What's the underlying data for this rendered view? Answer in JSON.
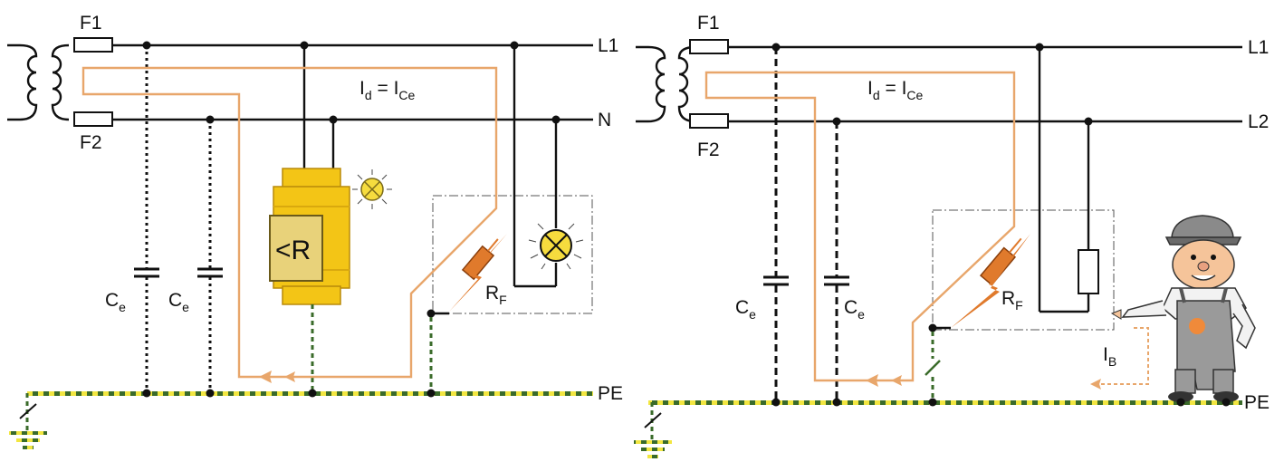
{
  "colors": {
    "wire": "#111111",
    "fault_current": "#e8a66b",
    "earth_green": "#3a6b2a",
    "earth_yellow": "#f2e641",
    "device_yellow": "#f3c516",
    "device_shade": "#d9a90e",
    "lamp_yellow": "#f6dc3e",
    "fault_resistor": "#e07a2c"
  },
  "left_circuit": {
    "fuse_top": "F1",
    "fuse_bottom": "F2",
    "line_1": "L1",
    "line_2": "N",
    "earth": "PE",
    "current_main": "I",
    "current_main_sub": "d",
    "current_eq": " = I",
    "current_eq_sub": "Ce",
    "capacitor_1": "C",
    "capacitor_1_sub": "e",
    "capacitor_2": "C",
    "capacitor_2_sub": "e",
    "monitor_label": "<R",
    "fault_resistance": "R",
    "fault_resistance_sub": "F"
  },
  "right_circuit": {
    "fuse_top": "F1",
    "fuse_bottom": "F2",
    "line_1": "L1",
    "line_2": "L2",
    "earth": "PE",
    "current_main": "I",
    "current_main_sub": "d",
    "current_eq": " = I",
    "current_eq_sub": "Ce",
    "capacitor_1": "C",
    "capacitor_1_sub": "e",
    "capacitor_2": "C",
    "capacitor_2_sub": "e",
    "fault_resistance": "R",
    "fault_resistance_sub": "F",
    "body_current": "I",
    "body_current_sub": "B"
  }
}
